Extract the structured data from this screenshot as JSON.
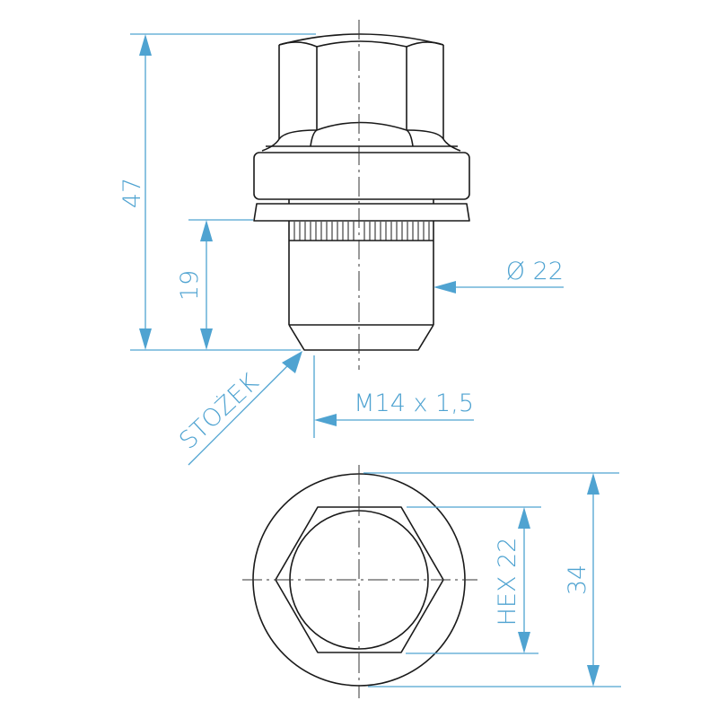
{
  "drawing": {
    "subject": "wheel nut technical drawing",
    "colors": {
      "outline": "#1a1a1a",
      "dimension": "#4fa3d1",
      "background": "#ffffff"
    },
    "side_view": {
      "dimensions": {
        "overall_height": "47",
        "seat_height": "19",
        "body_diameter": "Ø 22",
        "thread": "M14 x 1,5",
        "seat_type": "STOŻEK"
      }
    },
    "top_view": {
      "dimensions": {
        "hex_size": "HEX 22",
        "flange_diameter": "34"
      }
    }
  }
}
